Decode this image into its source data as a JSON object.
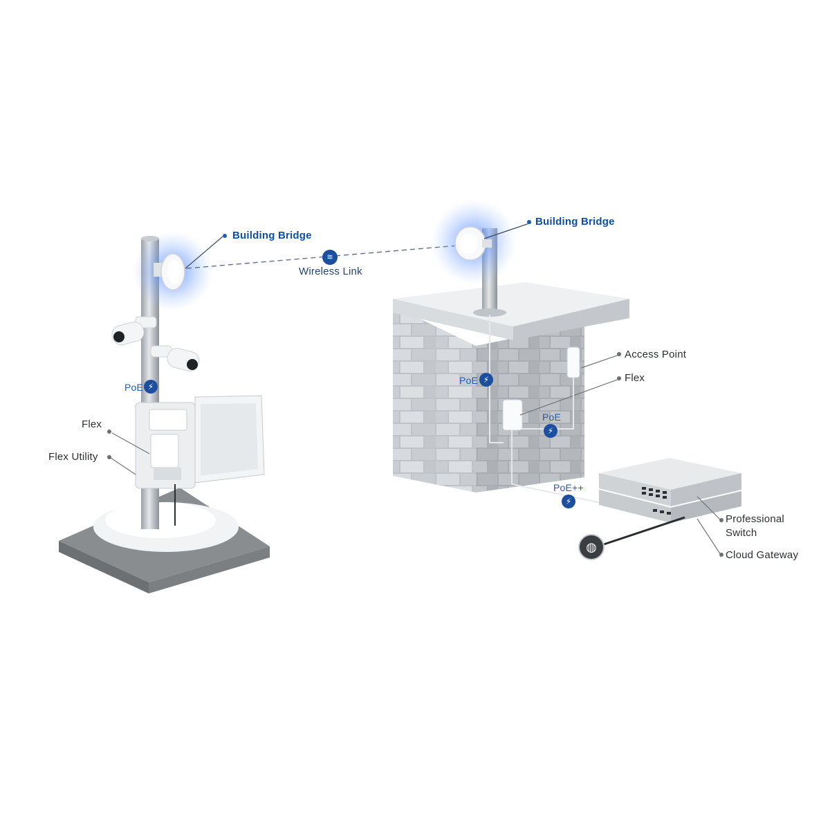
{
  "labels": {
    "building_bridge_left": "Building Bridge",
    "building_bridge_right": "Building Bridge",
    "wireless_link": "Wireless Link",
    "poe_pole": "PoE",
    "flex_pole": "Flex",
    "flex_utility": "Flex Utility",
    "access_point": "Access Point",
    "flex_building": "Flex",
    "poe_building_left": "PoE",
    "poe_building_right": "PoE",
    "poe_plus_plus": "PoE++",
    "professional_switch_line1": "Professional",
    "professional_switch_line2": "Switch",
    "cloud_gateway": "Cloud Gateway"
  },
  "icons": {
    "power": "lightning-bolt-icon",
    "wireless": "wireless-waves-icon",
    "internet": "globe-icon"
  },
  "colors": {
    "accent_blue": "#1c4fa0",
    "label_blue": "#0b4fa8",
    "glow_blue": "#5a8cff",
    "text_gray": "#2b2f33"
  }
}
